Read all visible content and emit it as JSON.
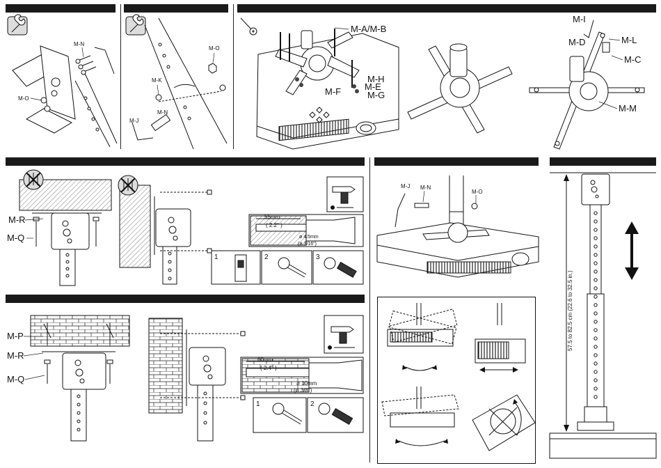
{
  "parts": {
    "top_left": {
      "m_n": "M-N",
      "m_o": "M-O"
    },
    "top_mid": {
      "m_o": "M-O",
      "m_k": "M-K",
      "m_n": "M-N",
      "m_j": "M-J"
    },
    "top_right": {
      "m_ab": "M-A/M-B",
      "m_h": "M-H",
      "m_e": "M-E",
      "m_f": "M-F",
      "m_g": "M-G",
      "m_i": "M-I",
      "m_l": "M-L",
      "m_d": "M-D",
      "m_c": "M-C",
      "m_m": "M-M"
    },
    "wood": {
      "m_r": "M-R",
      "m_q": "M-Q"
    },
    "brick": {
      "m_p": "M-P",
      "m_r": "M-R",
      "m_q": "M-Q"
    },
    "assembly": {
      "m_j": "M-J",
      "m_n": "M-N",
      "m_o": "M-O"
    }
  },
  "drill_wood": {
    "depth_mm": "55mm",
    "depth_in": "( 2.2\" )",
    "dia_mm": "ø 4.5mm",
    "dia_in": "(ø 3/16\")"
  },
  "drill_brick": {
    "depth_mm": "60mm",
    "depth_in": "( 2.4\" )",
    "dia_mm": "ø 10mm",
    "dia_in": "(ø 3/8\")"
  },
  "steps_wood": [
    "1",
    "2",
    "3"
  ],
  "steps_brick": [
    "1",
    "2"
  ],
  "height_range": "57.5 to 82.5 cm (22.6 to 32.5 in.)",
  "colors": {
    "bar": "#1a1a1a",
    "line": "#111111"
  },
  "icons": [
    "wrench-icon",
    "screwdriver-icon",
    "drill-icon",
    "no-drywall-icon",
    "arrow-updown-icon"
  ]
}
